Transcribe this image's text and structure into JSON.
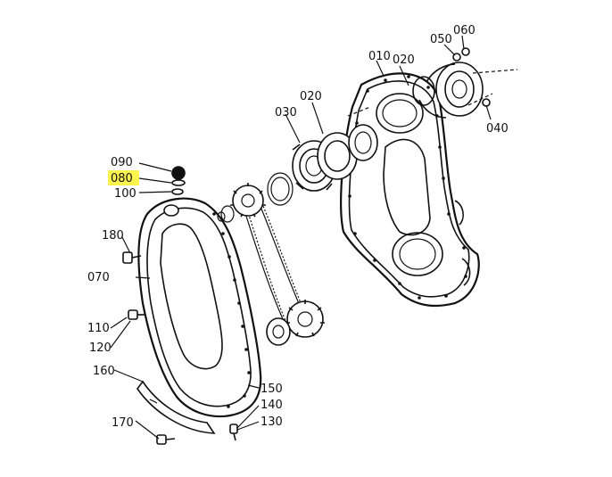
{
  "diagram": {
    "highlight_color": "#fff34d",
    "highlighted_part": "080",
    "labels": {
      "p090": "090",
      "p080": "080",
      "p100": "100",
      "p180": "180",
      "p070": "070",
      "p110": "110",
      "p120": "120",
      "p160": "160",
      "p170": "170",
      "p150": "150",
      "p140": "140",
      "p130": "130",
      "p030": "030",
      "p020a": "020",
      "p010": "010",
      "p020b": "020",
      "p050": "050",
      "p060": "060",
      "p040": "040"
    }
  }
}
